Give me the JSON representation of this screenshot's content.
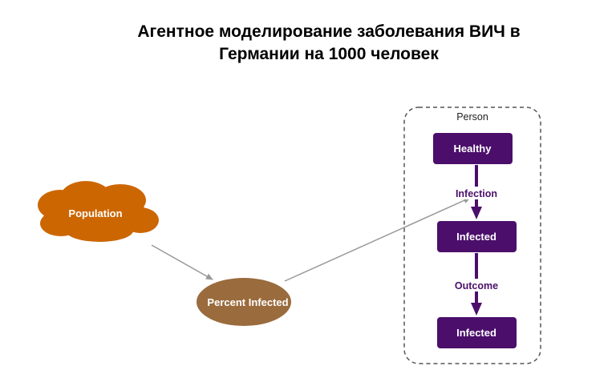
{
  "title": "Агентное моделирование заболевания ВИЧ в Германии на 1000 человек",
  "nodes": {
    "population": "Population",
    "percent_infected": "Percent Infected"
  },
  "agent": {
    "group_label": "Person",
    "states": {
      "healthy": "Healthy",
      "infected_1": "Infected",
      "infected_2": "Infected"
    },
    "transitions": {
      "infection": "Infection",
      "outcome": "Outcome"
    }
  },
  "colors": {
    "population": "#cc6600",
    "percent_infected": "#9a6b3d",
    "state": "#4b0f6b",
    "link": "#999999",
    "group_border": "#555555"
  }
}
